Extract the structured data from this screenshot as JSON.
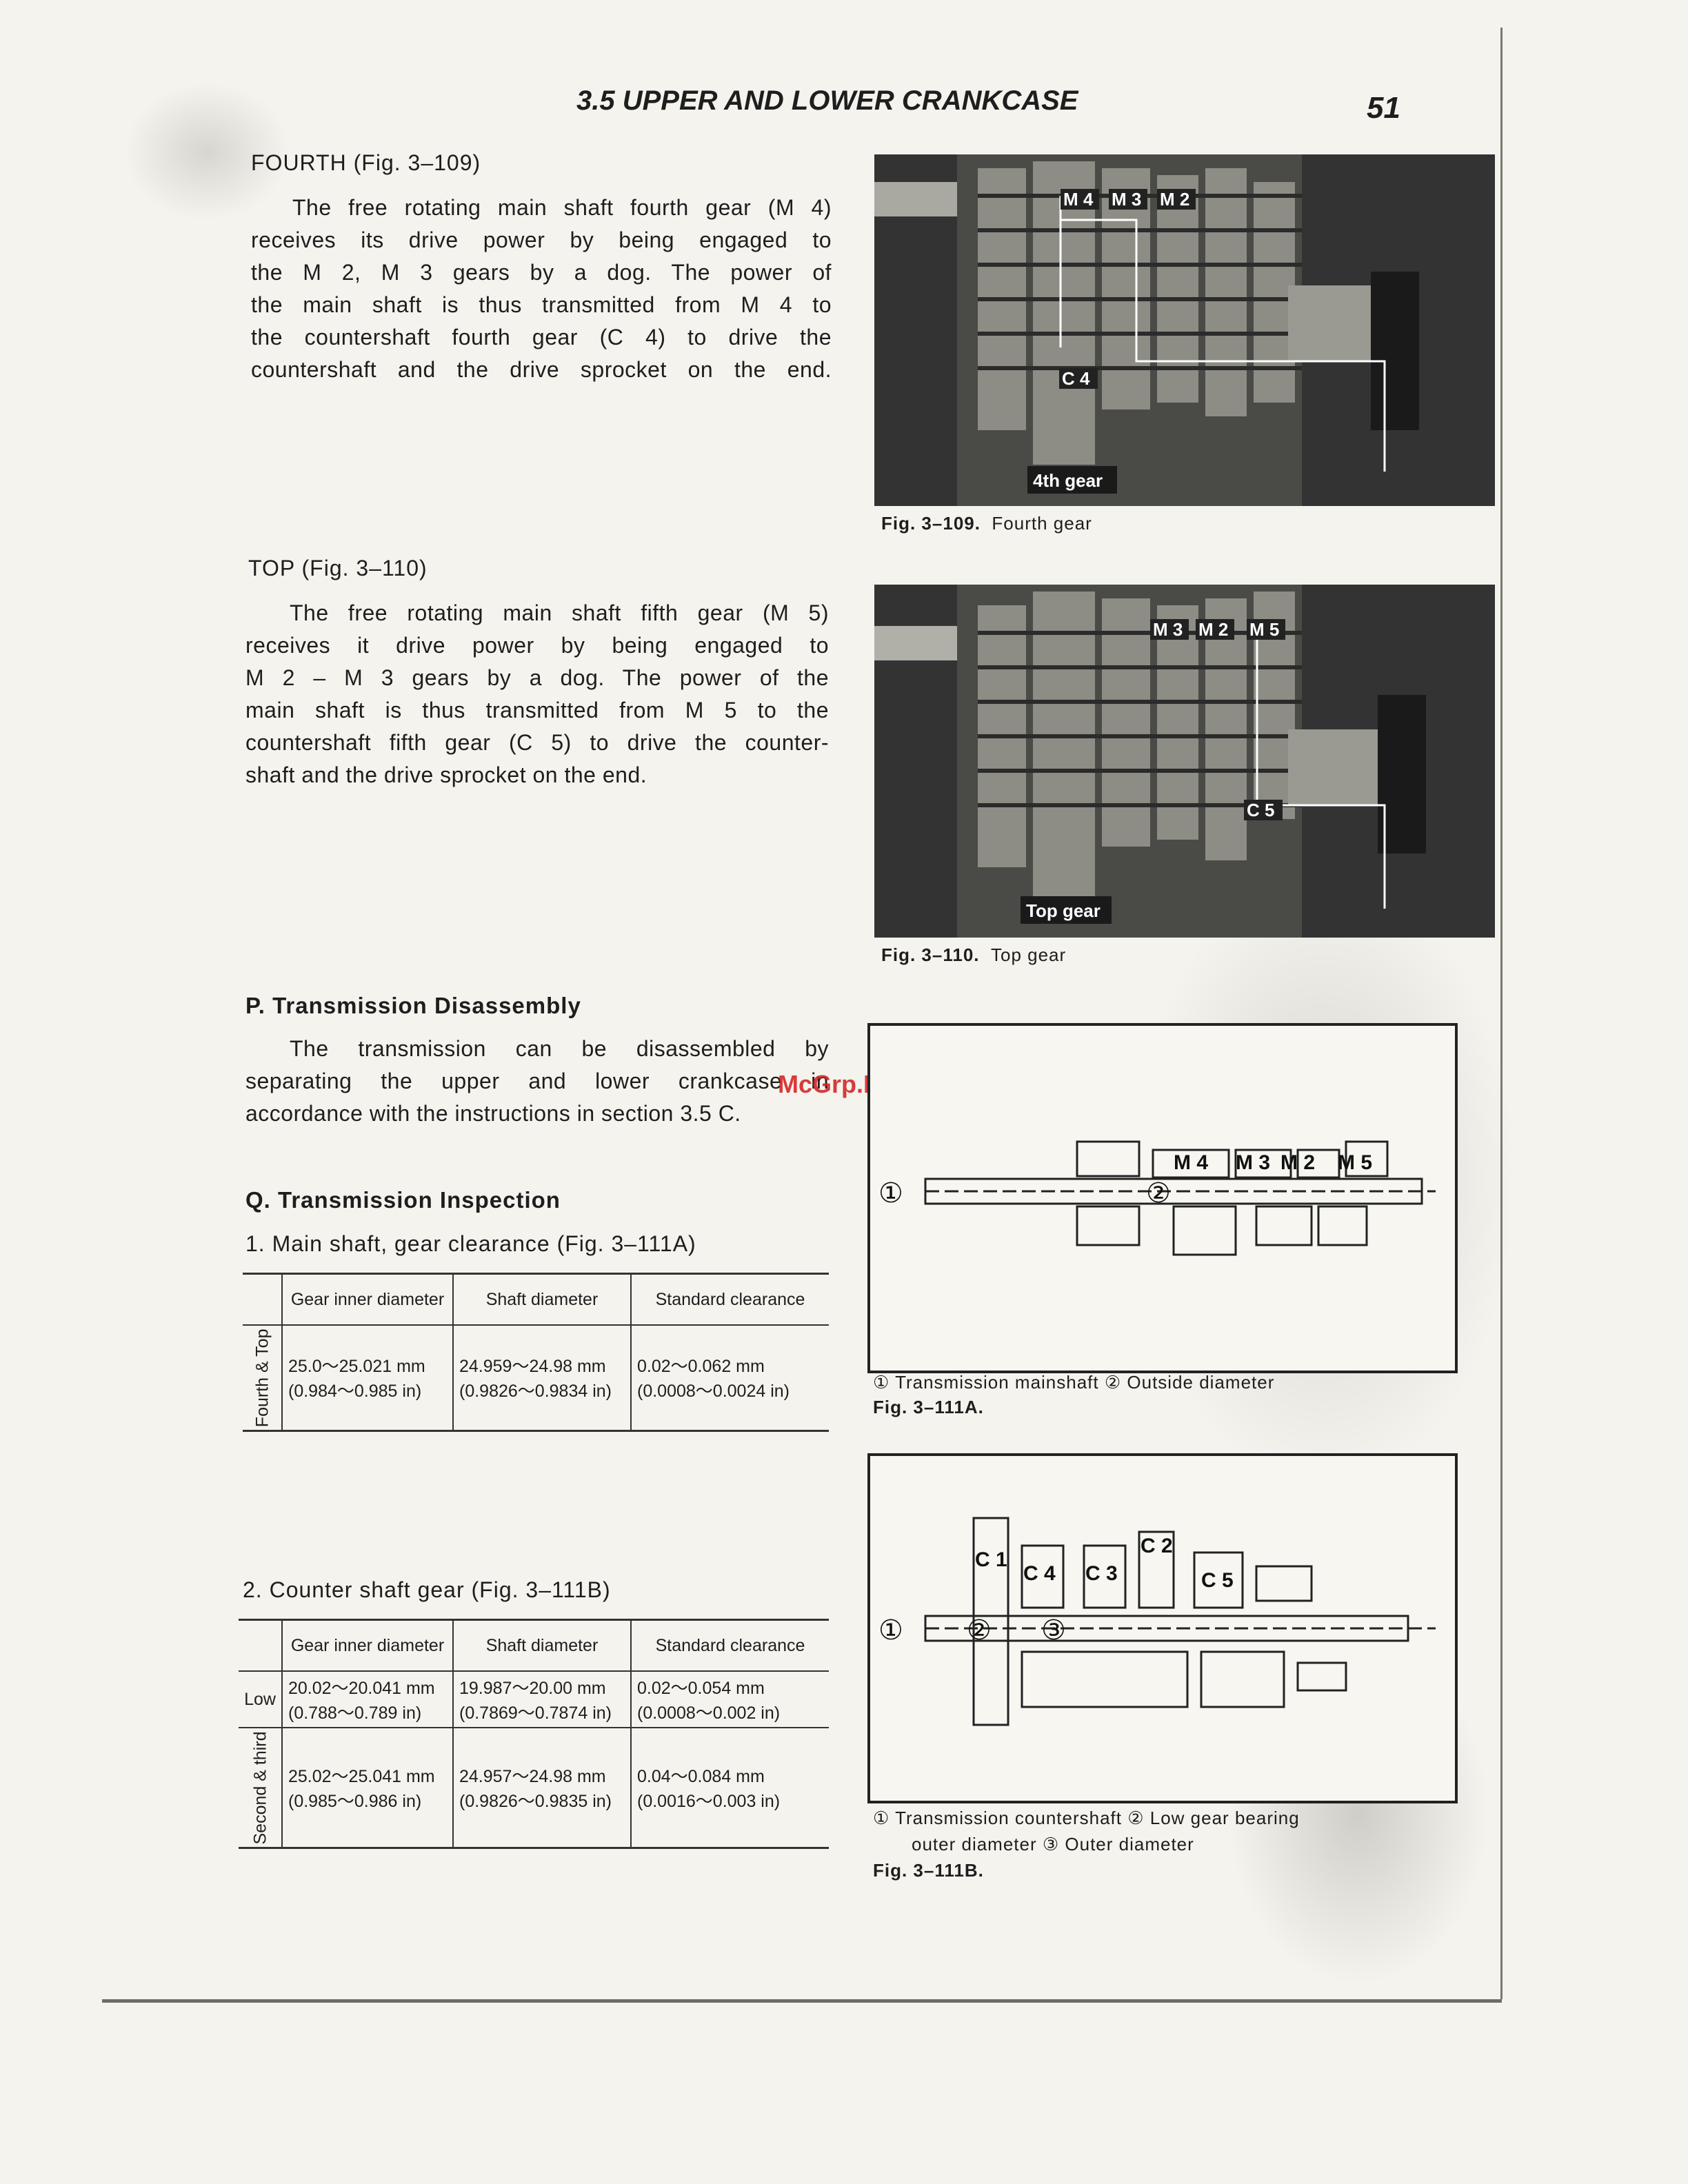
{
  "header": {
    "title": "3.5  UPPER AND LOWER CRANKCASE",
    "page_number": "51"
  },
  "fourth": {
    "heading": "FOURTH    (Fig. 3–109)",
    "lines": [
      "The free rotating main shaft fourth gear (M 4)",
      "receives its drive power by being engaged to",
      "the M 2, M 3 gears by a dog.  The power of",
      "the main shaft is thus transmitted from M 4 to",
      "the countershaft fourth gear (C 4) to drive the",
      "countershaft and the drive sprocket on the end."
    ]
  },
  "top": {
    "heading": "TOP    (Fig. 3–110)",
    "lines": [
      "The free rotating main shaft fifth gear (M 5)",
      "receives it drive power by being engaged to",
      "M 2 – M 3 gears by a dog.  The power of the",
      "main shaft is thus transmitted from M 5 to the",
      "countershaft fifth gear (C 5) to drive the counter-",
      "shaft and the drive sprocket on the end."
    ]
  },
  "fig109": {
    "photo_label": "4th gear",
    "labels": [
      "M 4",
      "M 3",
      "M 2",
      "C 4"
    ],
    "caption_num": "Fig. 3–109.",
    "caption_text": "Fourth gear"
  },
  "fig110": {
    "photo_label": "Top gear",
    "labels": [
      "M 3",
      "M 2",
      "M 5",
      "C 5"
    ],
    "caption_num": "Fig. 3–110.",
    "caption_text": "Top gear"
  },
  "section_p": {
    "heading": "P.  Transmission Disassembly",
    "lines": [
      "The transmission can be disassembled by",
      "separating the upper and lower crankcase in",
      "accordance with the instructions in section 3.5 C."
    ]
  },
  "watermark": "McGrp.Ru",
  "section_q": {
    "heading": "Q.  Transmission Inspection",
    "item1": "1.  Main shaft, gear clearance    (Fig. 3–111A)",
    "table1": {
      "headers": [
        "Gear inner diameter",
        "Shaft diameter",
        "Standard clearance"
      ],
      "row_label": "Fourth & Top",
      "cells": [
        [
          "25.0～25.021 mm",
          "(0.984～0.985 in)"
        ],
        [
          "24.959～24.98 mm",
          "(0.9826～0.9834 in)"
        ],
        [
          "0.02～0.062 mm",
          "(0.0008～0.0024 in)"
        ]
      ]
    },
    "item2": "2.  Counter shaft gear    (Fig. 3–111B)",
    "table2": {
      "headers": [
        "Gear inner diameter",
        "Shaft diameter",
        "Standard clearance"
      ],
      "rows": [
        {
          "label": "Low",
          "cells": [
            [
              "20.02～20.041 mm",
              "(0.788～0.789 in)"
            ],
            [
              "19.987～20.00 mm",
              "(0.7869～0.7874 in)"
            ],
            [
              "0.02～0.054 mm",
              "(0.0008～0.002 in)"
            ]
          ]
        },
        {
          "label": "Second & third",
          "cells": [
            [
              "25.02～25.041 mm",
              "(0.985～0.986 in)"
            ],
            [
              "24.957～24.98 mm",
              "(0.9826～0.9835 in)"
            ],
            [
              "0.04～0.084 mm",
              "(0.0016～0.003 in)"
            ]
          ]
        }
      ]
    }
  },
  "fig111a": {
    "gear_labels": [
      "M 4",
      "M 3",
      "M 2",
      "M 5"
    ],
    "callouts": [
      "①",
      "②"
    ],
    "legend": "① Transmission mainshaft   ② Outside diameter",
    "caption_num": "Fig. 3–111A."
  },
  "fig111b": {
    "gear_labels": [
      "C 1",
      "C 4",
      "C 3",
      "C 2",
      "C 5"
    ],
    "callouts": [
      "①",
      "②",
      "③"
    ],
    "legend_line1": "① Transmission countershaft   ② Low gear bearing",
    "legend_line2": "outer diameter   ③ Outer diameter",
    "caption_num": "Fig. 3–111B."
  },
  "colors": {
    "ink": "#1e1e1e",
    "paper": "#f4f3ee",
    "photo_bg": "#2b2b2b",
    "watermark": "#d21c1c"
  }
}
